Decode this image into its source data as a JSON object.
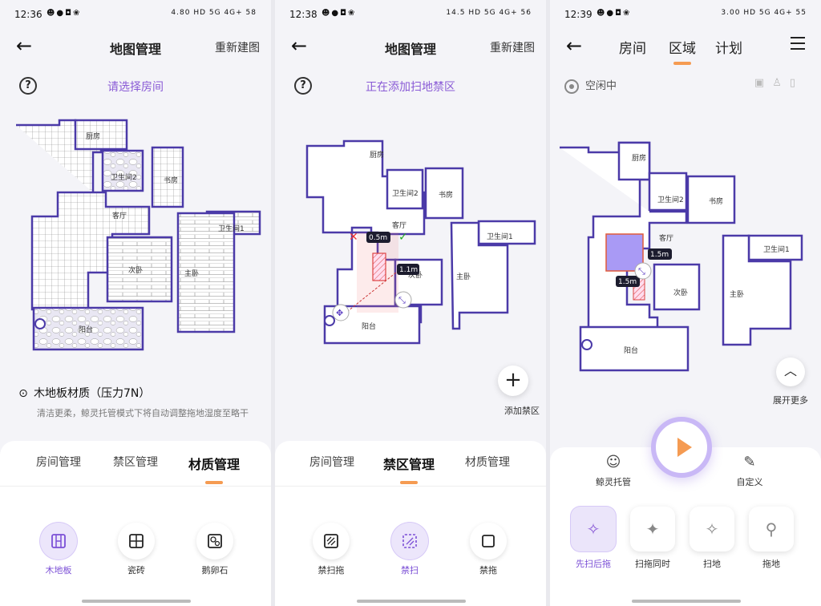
{
  "panel1": {
    "status": {
      "time": "12:36",
      "right": "4.80 HD 5G 4G+ 58"
    },
    "header": {
      "title": "地图管理",
      "rebuild": "重新建图"
    },
    "hint": "请选择房间",
    "rooms": [
      "厨房",
      "卫生间2",
      "书房",
      "客厅",
      "卫生间1",
      "次卧",
      "主卧",
      "阳台"
    ],
    "material": "木地板材质（压力7N）",
    "description": "清洁更柔，鲸灵托管模式下将自动调整拖地湿度至略干",
    "tabs": [
      "房间管理",
      "禁区管理",
      "材质管理"
    ],
    "options": [
      "木地板",
      "瓷砖",
      "鹅卵石"
    ]
  },
  "panel2": {
    "status": {
      "time": "12:38",
      "right": "14.5 HD 5G 4G+ 56"
    },
    "header": {
      "title": "地图管理",
      "rebuild": "重新建图"
    },
    "hint": "正在添加扫地禁区",
    "rooms": [
      "厨房",
      "卫生间2",
      "书房",
      "客厅",
      "卫生间1",
      "次卧",
      "主卧",
      "阳台"
    ],
    "dims": [
      "0.5m",
      "1.1m"
    ],
    "add_zone": "添加禁区",
    "tabs": [
      "房间管理",
      "禁区管理",
      "材质管理"
    ],
    "options": [
      "禁扫拖",
      "禁扫",
      "禁拖"
    ]
  },
  "panel3": {
    "status": {
      "time": "12:39",
      "right": "3.00 HD 5G 4G+ 55"
    },
    "tabs": [
      "房间",
      "区域",
      "计划"
    ],
    "idle": "空闲中",
    "rooms": [
      "厨房",
      "卫生间2",
      "书房",
      "客厅",
      "卫生间1",
      "次卧",
      "主卧",
      "阳台"
    ],
    "dims": [
      "1.5m",
      "1.5m"
    ],
    "expand": "展开更多",
    "left_btn": "鲸灵托管",
    "right_btn": "自定义",
    "modes": [
      "先扫后拖",
      "扫拖同时",
      "扫地",
      "拖地"
    ]
  },
  "colors": {
    "accent": "#8a5bd6",
    "underline": "#f59b52",
    "wall": "#4b3aa8"
  }
}
